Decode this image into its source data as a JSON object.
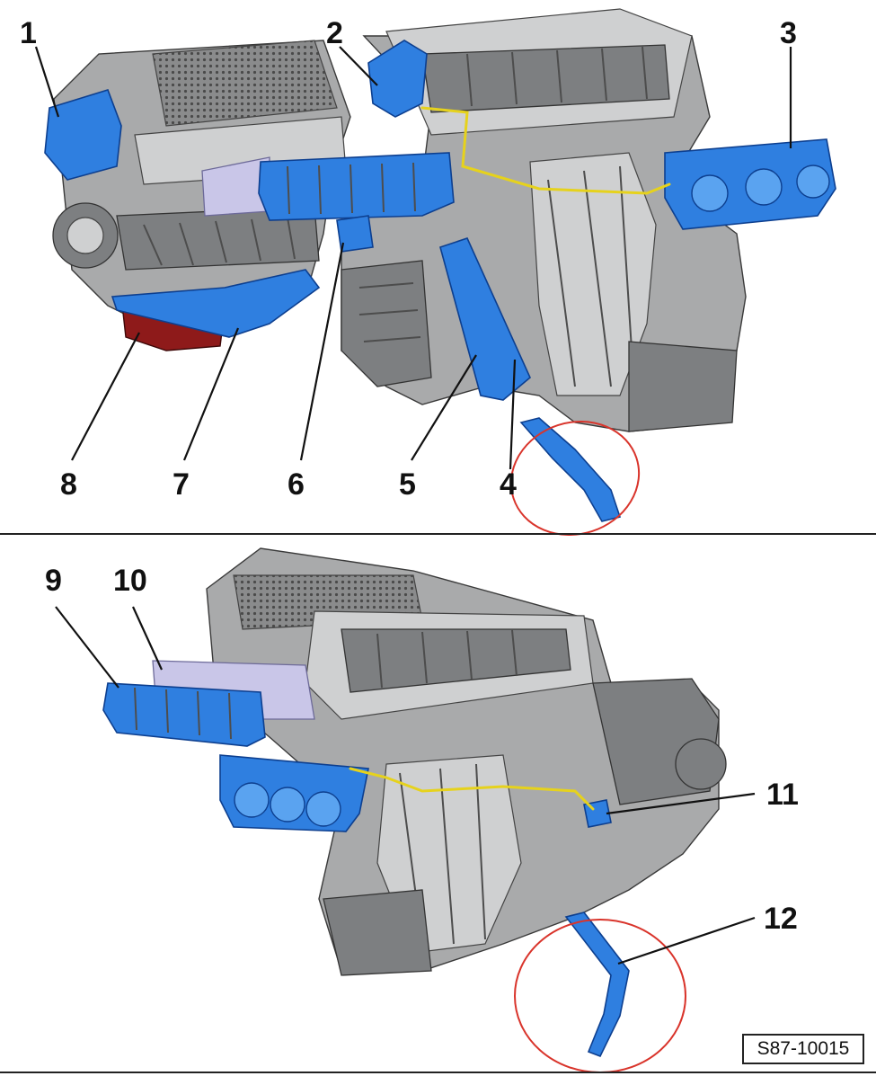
{
  "callouts_top": [
    {
      "id": "1",
      "label": "1"
    },
    {
      "id": "2",
      "label": "2"
    },
    {
      "id": "3",
      "label": "3"
    },
    {
      "id": "4",
      "label": "4"
    },
    {
      "id": "5",
      "label": "5"
    },
    {
      "id": "6",
      "label": "6"
    },
    {
      "id": "7",
      "label": "7"
    },
    {
      "id": "8",
      "label": "8"
    }
  ],
  "callouts_bottom": [
    {
      "id": "9",
      "label": "9"
    },
    {
      "id": "10",
      "label": "10"
    },
    {
      "id": "11",
      "label": "11"
    },
    {
      "id": "12",
      "label": "12"
    }
  ],
  "figure_code": "S87-10015",
  "colors": {
    "housing": "#a9aaab",
    "highlight_blue": "#2f7fe0",
    "filter_lavender": "#c9c6e8",
    "blower_motor": "#8e1a1a",
    "wire_yellow": "#e6d21c",
    "circle_red": "#d9342b"
  }
}
